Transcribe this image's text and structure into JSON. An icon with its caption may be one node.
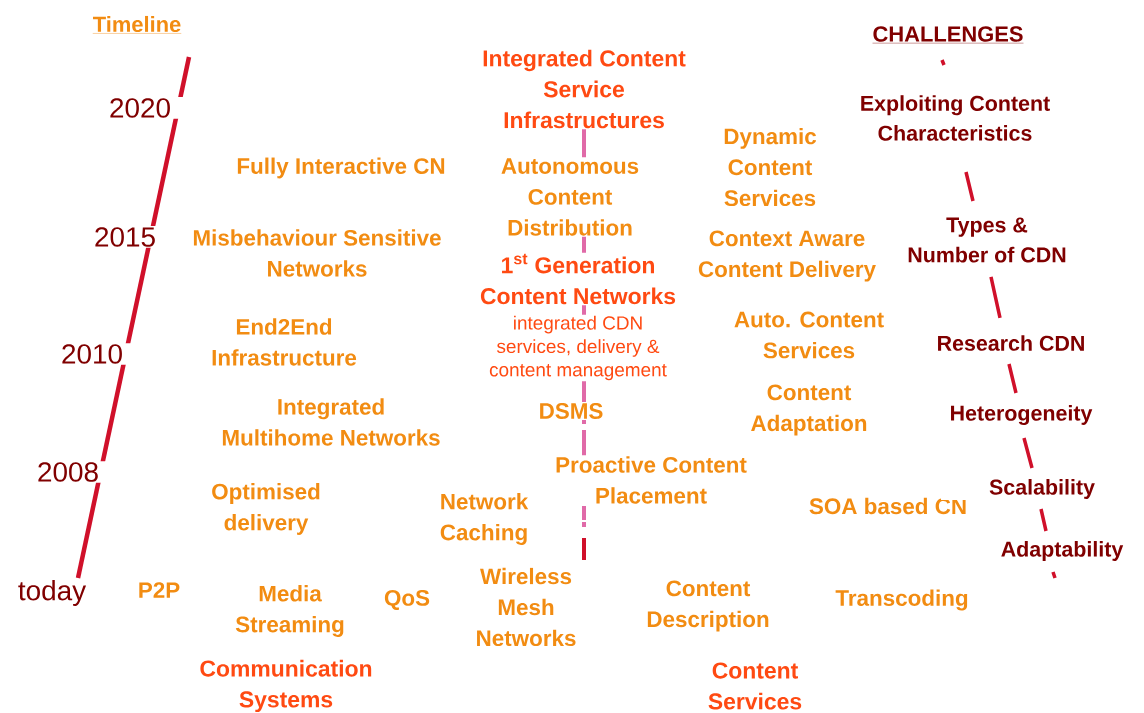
{
  "diagram": {
    "labels": [
      "Timeline",
      "Integrated Content Service Infrastructures",
      "CHALLENGES",
      "Exploiting Content Characteristics",
      "2020",
      "Dynamic Content Services",
      "Fully Interactive CN",
      "Autonomous Content Distribution",
      "2015",
      "Misbehaviour Sensitive Networks",
      "Types & Number of CDN",
      "Context Aware Content Delivery",
      "1$^{st}$ Generation Content Networks",
      "integrated CDN services, delivery & content management",
      "End2End Infrastructure",
      "Auto. Content Services",
      "Research CDN",
      "2010",
      "Content Adaptation",
      "Integrated Multihome Networks",
      "DSMS",
      "Heterogeneity",
      "2008",
      "Proactive Content Placement",
      "Optimised delivery",
      "Network Caching",
      "SOA based CN",
      "Scalability",
      "Adaptability",
      "today",
      "P2P",
      "Media Streaming",
      "QoS",
      "Wireless Mesh Networks",
      "Content Description",
      "Transcoding",
      "Communication Systems",
      "Content Services"
    ]
  }
}
